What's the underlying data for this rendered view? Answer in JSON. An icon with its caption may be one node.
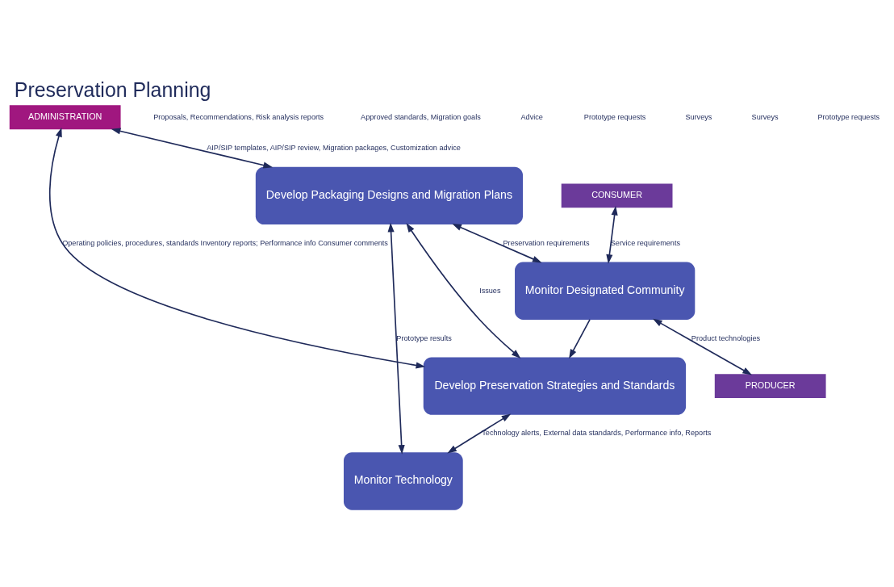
{
  "diagram": {
    "title": "Preservation Planning",
    "nodes": [
      {
        "text": [
          "ADMINISTRATION"
        ]
      },
      {
        "text": [
          "Develop Preservation Strategies and Standards"
        ]
      },
      {
        "text": [
          "Develop Packaging Designs and Migration Plans"
        ]
      },
      {
        "text": [
          "Monitor Technology"
        ]
      },
      {
        "text": [
          "Monitor Designated Community"
        ]
      },
      {
        "text": [
          "CONSUMER"
        ]
      },
      {
        "text": [
          "PRODUCER"
        ]
      }
    ],
    "edges": [
      {
        "from": 0,
        "to": 1,
        "arrow": "both",
        "label": "Operating policies, procedures, standards Inventory reports; Performance info Consumer comments"
      },
      {
        "from": 0,
        "to": 2,
        "arrow": "both",
        "label": "AIP/SIP templates, AIP/SIP review, Migration packages, Customization advice"
      },
      {
        "from": 2,
        "to": 1,
        "arrow": "both",
        "label": "Issues"
      },
      {
        "from": 1,
        "to": 3,
        "arrow": "both",
        "label": "Technology alerts, External data standards, Performance info, Reports"
      },
      {
        "from": 4,
        "to": 1,
        "arrow": "to"
      },
      {
        "from": 2,
        "to": 4,
        "arrow": "both",
        "label": "Preservation requirements"
      },
      {
        "from": 5,
        "to": 4,
        "arrow": "both",
        "label": "Service requirements"
      },
      {
        "from": 4,
        "to": 6,
        "arrow": "both",
        "label": "Product technologies"
      },
      {
        "from": 2,
        "to": 3,
        "arrow": "both",
        "label": "Prototype results"
      }
    ],
    "labels": [
      "Proposals, Recommendations, Risk analysis reports",
      "Approved standards, Migration goals",
      "Advice",
      "Prototype requests",
      "Surveys",
      "Surveys",
      "Prototype requests"
    ]
  }
}
